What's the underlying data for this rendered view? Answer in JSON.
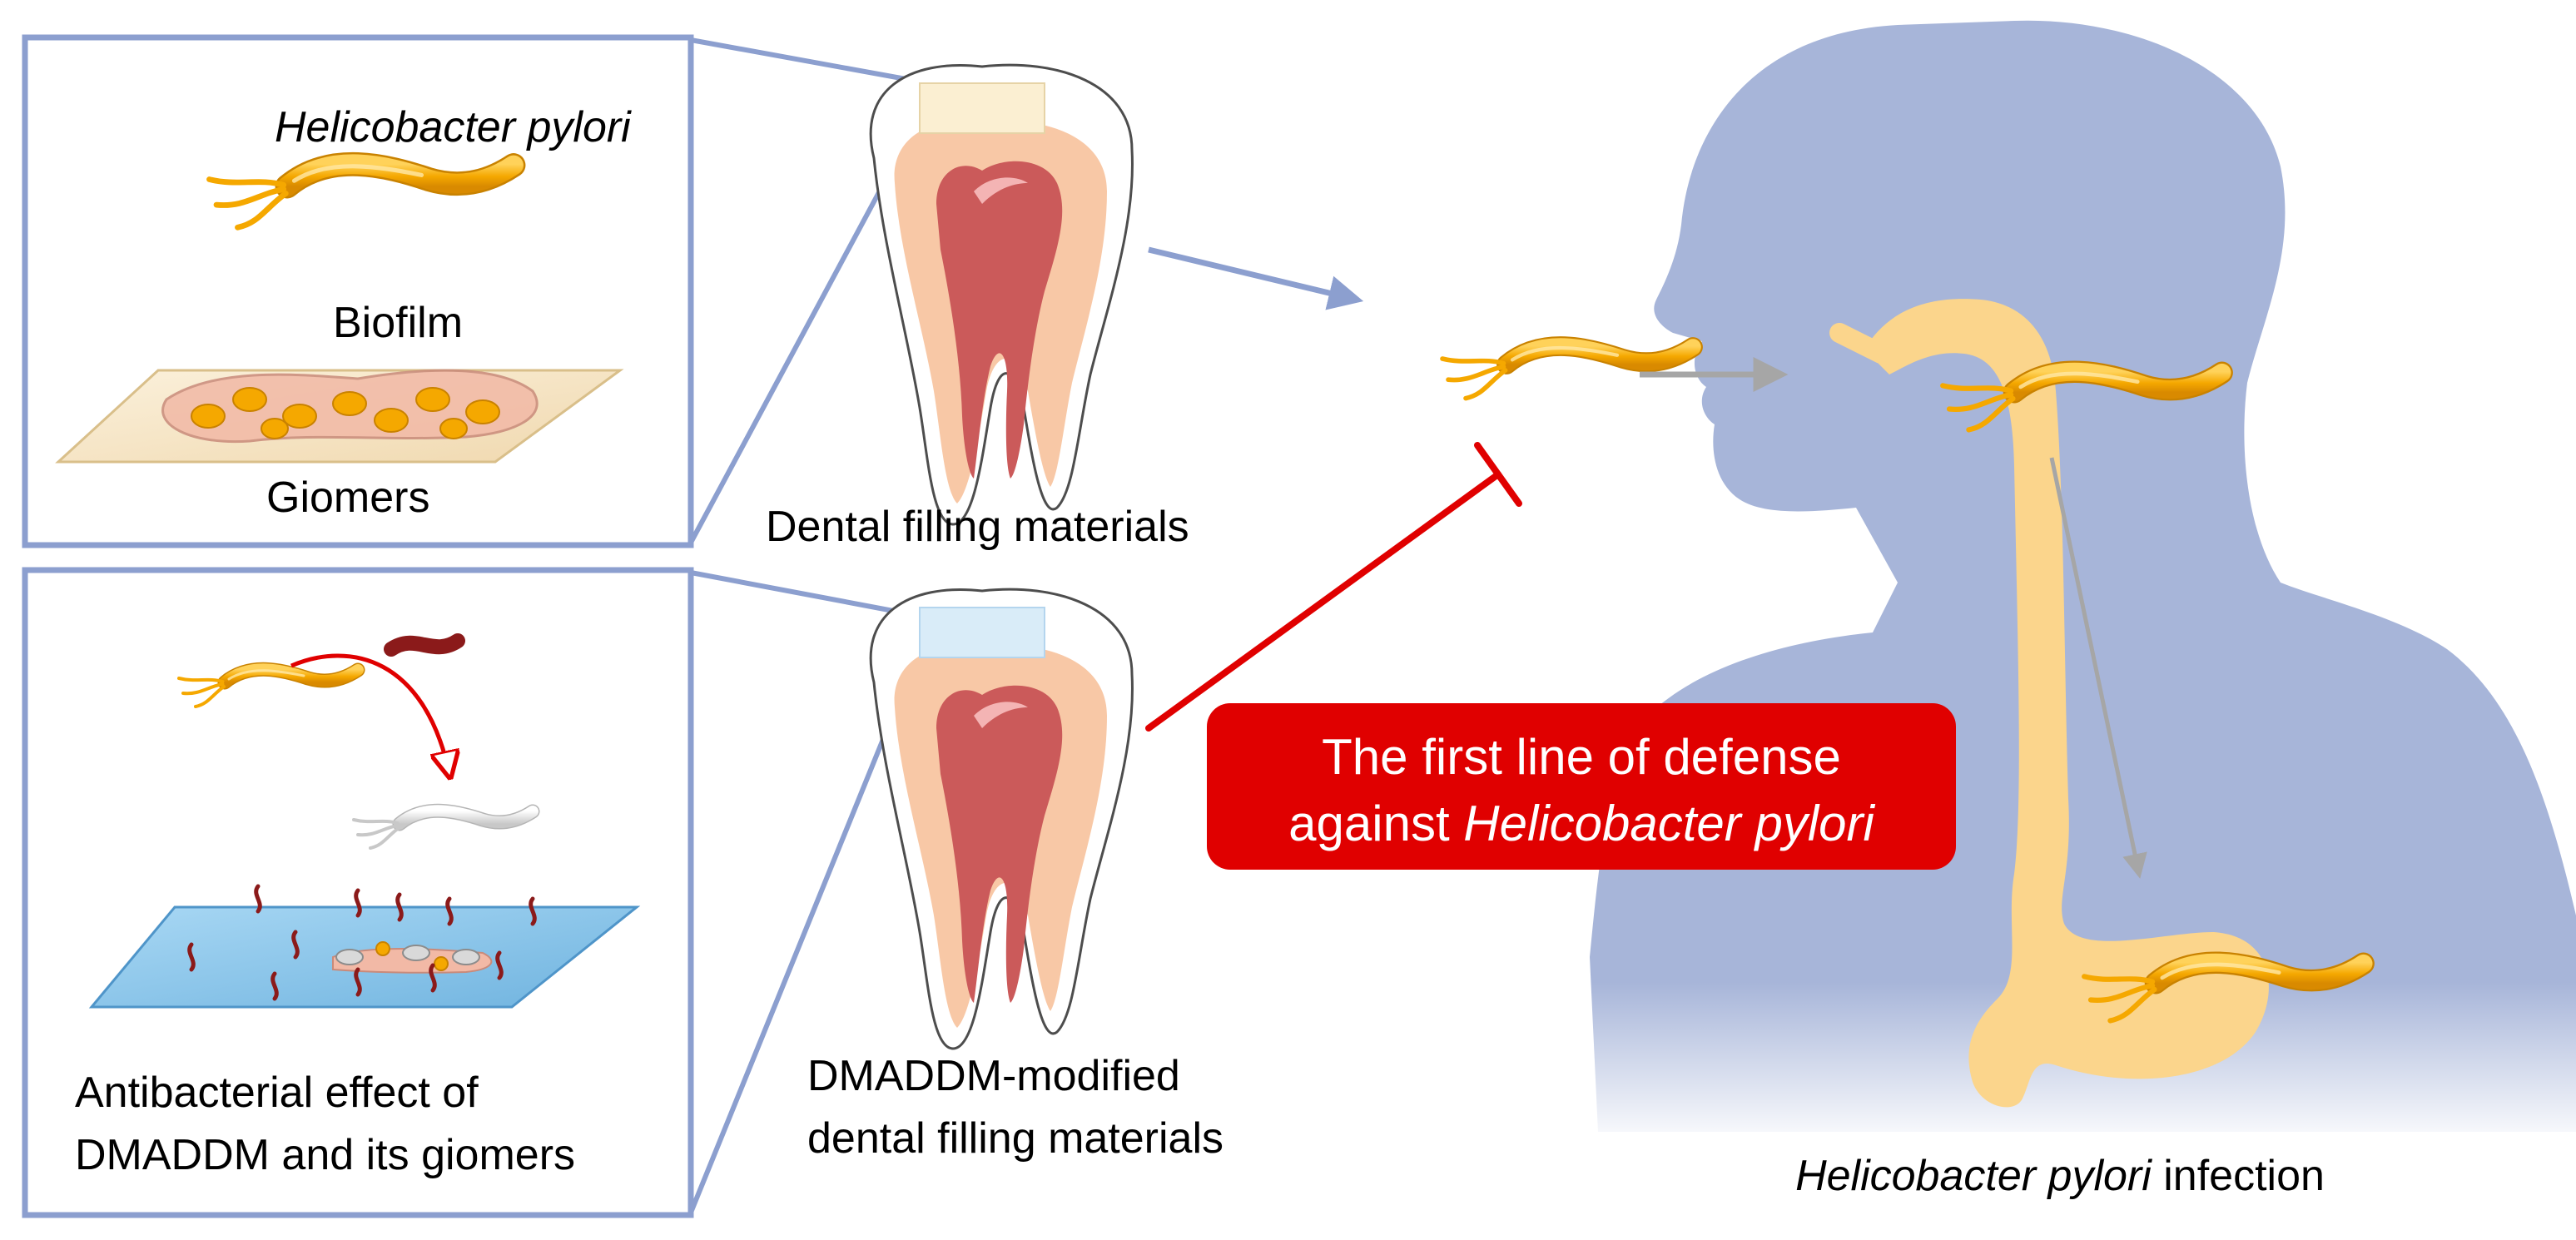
{
  "panels": {
    "top": {
      "bacterium_label": "Helicobacter pylori",
      "biofilm_label": "Biofilm",
      "surface_label": "Giomers"
    },
    "bottom": {
      "caption_line1": "Antibacterial effect of",
      "caption_line2": "DMADDM and its giomers"
    }
  },
  "teeth": {
    "top_label": "Dental filling materials",
    "bottom_label_line1": "DMADDM-modified",
    "bottom_label_line2": "dental filling materials"
  },
  "defense_box": {
    "line1": "The first line of defense",
    "line2_prefix": "against ",
    "line2_italic": "Helicobacter pylori"
  },
  "infection_caption": {
    "italic": "Helicobacter pylori",
    "rest": " infection"
  },
  "colors": {
    "panel_border": "#8c9fcf",
    "arrow_blue": "#8c9fcf",
    "arrow_gray": "#a6a6a6",
    "inhibit_red": "#e00000",
    "defense_bg": "#e00000",
    "silhouette": "#a7b5d9",
    "bacterium": "#f5a800",
    "tract": "#fbd58c",
    "pulp": "#cb5a5a",
    "dentin": "#f8c8a6",
    "giomer_surface": "#f6e6c8",
    "modified_surface": "#8ec9ec",
    "filling_top": "#fbefd2",
    "filling_bottom": "#d9ecf8"
  }
}
